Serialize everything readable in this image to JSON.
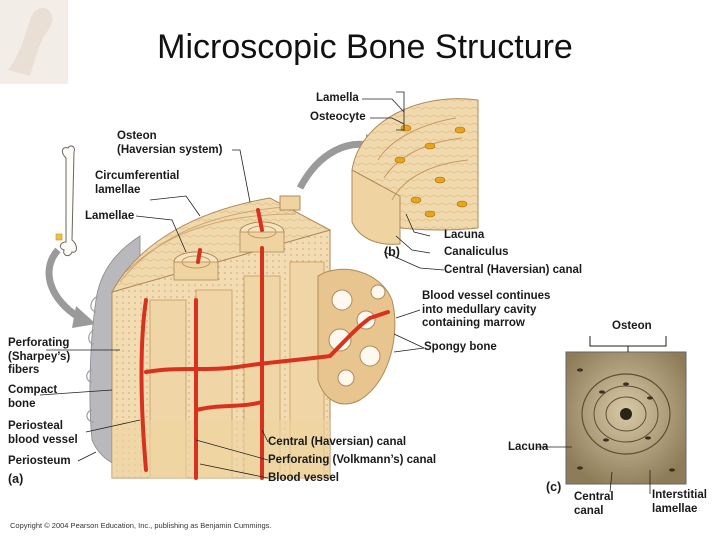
{
  "title": "Microscopic Bone Structure",
  "labels": {
    "lamella": "Lamella",
    "osteocyte": "Osteocyte",
    "osteon_line1": "Osteon",
    "osteon_line2": "(Haversian system)",
    "circumferential_line1": "Circumferential",
    "circumferential_line2": "lamellae",
    "lamellae": "Lamellae",
    "lacuna_b": "Lacuna",
    "canaliculus": "Canaliculus",
    "central_canal_b": "Central (Haversian) canal",
    "panel_b": "(b)",
    "blood_vessel_continues_line1": "Blood vessel continues",
    "blood_vessel_continues_line2": "into medullary cavity",
    "blood_vessel_continues_line3": "containing marrow",
    "spongy_bone": "Spongy bone",
    "perforating_fibers_line1": "Perforating",
    "perforating_fibers_line2": "(Sharpey’s)",
    "perforating_fibers_line3": "fibers",
    "compact_bone_line1": "Compact",
    "compact_bone_line2": "bone",
    "periosteal_vessel_line1": "Periosteal",
    "periosteal_vessel_line2": "blood vessel",
    "periosteum": "Periosteum",
    "panel_a": "(a)",
    "central_canal_a": "Central (Haversian) canal",
    "perforating_canal": "Perforating (Volkmann’s) canal",
    "blood_vessel": "Blood vessel",
    "osteon_c": "Osteon",
    "lacuna_c": "Lacuna",
    "panel_c": "(c)",
    "central_canal_c_line1": "Central",
    "central_canal_c_line2": "canal",
    "interstitial_line1": "Interstitial",
    "interstitial_line2": "lamellae"
  },
  "copyright": "Copyright © 2004 Pearson Education, Inc., publishing as Benjamin Cummings.",
  "colors": {
    "bone": "#f1d9ae",
    "bone_dark": "#d9b27a",
    "vessel": "#d8321f",
    "osteocyte": "#e8a41c",
    "micrograph": "#b8a57e",
    "periosteum": "#b9b9bd"
  }
}
